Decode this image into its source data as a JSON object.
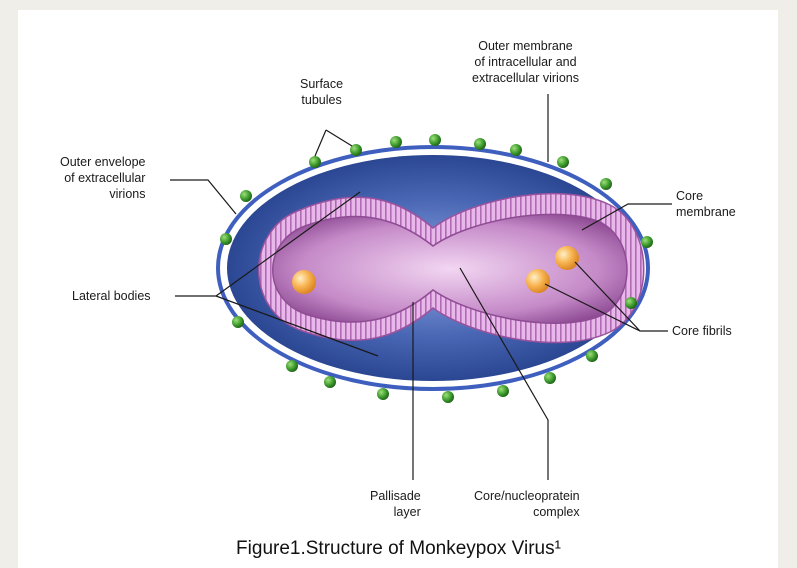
{
  "colors": {
    "background": "#efeee9",
    "panel": "#ffffff",
    "envelope_blue": "#2f4f9c",
    "outer_ring": "#3f5fbf",
    "core_pink": "#c98ad0",
    "palisade": "#e6b4e8",
    "core_inner": "#a860a6",
    "surface_tubule": "#3b8f2a",
    "lateral_body": "#f5a83b",
    "leader_line": "#1a1a1a"
  },
  "labels": {
    "surface_tubules": "Surface\ntubules",
    "outer_membrane": "Outer membrane\nof intracellular and\nextracellular virions",
    "outer_envelope": "Outer envelope\nof extracellular\nvirions",
    "core_membrane": "Core\nmembrane",
    "lateral_bodies": "Lateral bodies",
    "core_fibrils": "Core fibrils",
    "pallisade_layer": "Pallisade\nlayer",
    "core_complex": "Core/nucleopratein\ncomplex"
  },
  "caption": "Figure1.Structure of Monkeypox Virus¹",
  "icons": {
    "surface_tubule": "green-sphere",
    "lateral_body": "orange-sphere"
  }
}
